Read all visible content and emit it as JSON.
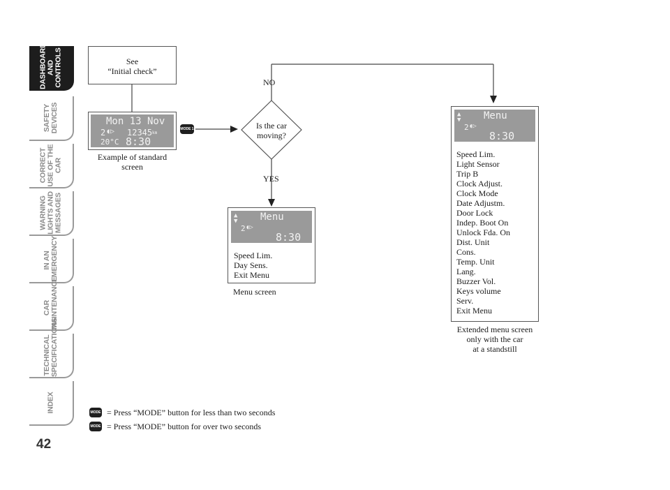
{
  "sidebar": {
    "tabs": [
      {
        "label": "DASHBOARD AND CONTROLS",
        "active": true
      },
      {
        "label": "SAFETY DEVICES",
        "active": false
      },
      {
        "label": "CORRECT USE OF THE CAR",
        "active": false
      },
      {
        "label": "WARNING LIGHTS AND MESSAGES",
        "active": false
      },
      {
        "label": "IN AN EMERGENCY",
        "active": false
      },
      {
        "label": "CAR MAINTENANCE",
        "active": false
      },
      {
        "label": "TECHNICAL SPECIFICATIONS",
        "active": false
      },
      {
        "label": "INDEX",
        "active": false
      }
    ],
    "page_number": "42"
  },
  "diagram": {
    "initial_check_box": {
      "line1": "See",
      "line2": "“Initial check”"
    },
    "standard_screen": {
      "date": "Mon 13 Nov",
      "gear": "2",
      "odometer": "12345",
      "odometer_unit": "km",
      "temperature": "20°C",
      "time": "8:30",
      "caption_line1": "Example of standard",
      "caption_line2": "screen"
    },
    "mode_button_label": "MODE 1",
    "decision": {
      "line1": "Is the car",
      "line2": "moving?",
      "no": "NO",
      "yes": "YES"
    },
    "menu_screen": {
      "lcd_title": "Menu",
      "gear": "2",
      "time": "8:30",
      "items": [
        "Speed Lim.",
        "Day Sens.",
        "Exit Menu"
      ],
      "caption": "Menu screen"
    },
    "extended_menu_screen": {
      "lcd_title": "Menu",
      "gear": "2",
      "time": "8:30",
      "items": [
        "Speed Lim.",
        "Light Sensor",
        "Trip B",
        "Clock Adjust.",
        "Clock Mode",
        "Date Adjustm.",
        "Door Lock",
        "Indep. Boot On",
        "Unlock Fda. On",
        "Dist. Unit",
        "Cons.",
        "Temp. Unit",
        "Lang.",
        "Buzzer Vol.",
        "Keys volume",
        "Serv.",
        "Exit Menu"
      ],
      "caption_line1": "Extended menu screen",
      "caption_line2": "only with the car",
      "caption_line3": "at a standstill"
    }
  },
  "legend": [
    {
      "button": "MODE 1",
      "text": "= Press “MODE” button for less than two seconds"
    },
    {
      "button": "MODE 2",
      "text": "= Press “MODE” button for over two seconds"
    }
  ],
  "colors": {
    "lcd_background": "#9a9a9a",
    "active_tab": "#1d1d1d"
  }
}
